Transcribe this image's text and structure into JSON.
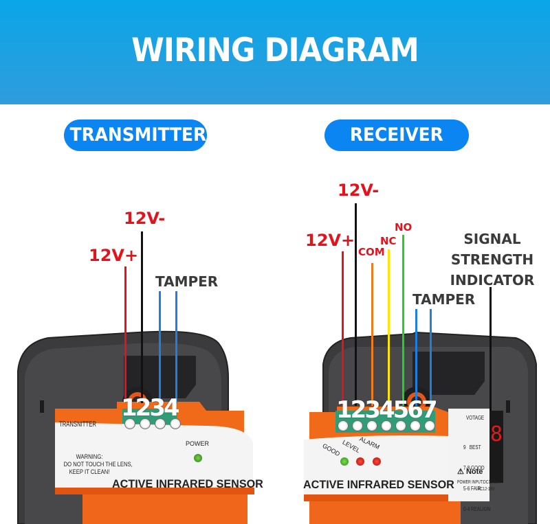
{
  "header": {
    "title": "WIRING DIAGRAM"
  },
  "transmitter": {
    "title": "TRANSMITTER",
    "labels": {
      "v_neg": "12V-",
      "v_pos": "12V+",
      "tamper": "TAMPER"
    },
    "terminals": "1234",
    "device": {
      "side_label": "TRANSNITTER",
      "warning": [
        "WARNING:",
        "DO NOT TOUCH THE LENS,",
        "KEEP IT CLEAN!"
      ],
      "power_label": "POWER",
      "product_name": "ACTIVE INFRARED SENSOR"
    }
  },
  "receiver": {
    "title": "RECEIVER",
    "labels": {
      "v_neg": "12V-",
      "v_pos": "12V+",
      "com": "COM",
      "nc": "NC",
      "no": "NO",
      "tamper": "TAMPER",
      "signal": [
        "SIGNAL",
        "STRENGTH",
        "INDICATOR"
      ]
    },
    "terminals": "1234567",
    "device": {
      "leds": [
        "GOOD",
        "LEVEL",
        "ALARM"
      ],
      "product_name": "ACTIVE INFRARED SENSOR",
      "voltage_title": "VOTAGE",
      "voltage_table": [
        "9   BEST",
        "7-8 GOOD",
        "5-6 FAIR",
        "0-4 REALIGN"
      ],
      "note_title": "Note",
      "note_lines": [
        "POWER INPUT:DC12-18V",
        "AC12-18V"
      ],
      "display_digit": "8"
    }
  },
  "colors": {
    "header": "#0aa6e8",
    "pill": "#0a85f1",
    "red_wire": "#e5121c",
    "black_wire": "#111111",
    "blue_wire": "#1e7fe0",
    "orange_wire": "#f07a1e",
    "yellow_wire": "#ffe600",
    "green_wire": "#1fd22a",
    "device_orange": "#f06a1a",
    "terminal_green": "#2f9e78"
  }
}
